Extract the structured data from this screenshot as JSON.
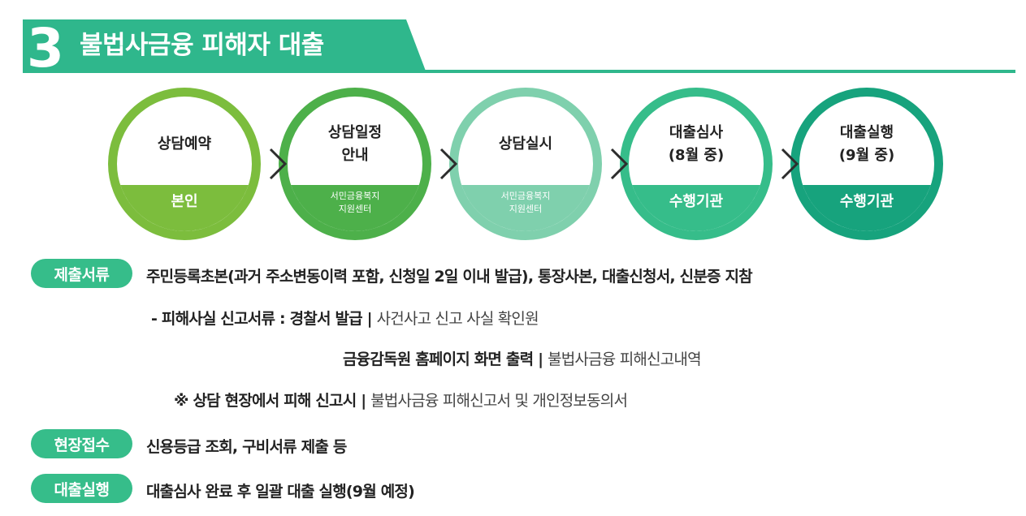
{
  "header": {
    "number": "3",
    "title": "불법사금융 피해자 대출"
  },
  "colors": {
    "banner": "#2fb78c",
    "line": "#2fb78c",
    "label_pill": "#36bd8a",
    "step1": "#7cbd3d",
    "step2": "#4db04a",
    "step3": "#7fd0ad",
    "step4": "#36bd8a",
    "step5": "#17a37d"
  },
  "steps": [
    {
      "title_lines": [
        "상담예약"
      ],
      "sub_lines": [
        "본인"
      ]
    },
    {
      "title_lines": [
        "상담일정",
        "안내"
      ],
      "sub_lines": [
        "서민금융복지",
        "지원센터"
      ]
    },
    {
      "title_lines": [
        "상담실시"
      ],
      "sub_lines": [
        "서민금융복지",
        "지원센터"
      ]
    },
    {
      "title_lines": [
        "대출심사",
        "(8월 중)"
      ],
      "sub_lines": [
        "수행기관"
      ]
    },
    {
      "title_lines": [
        "대출실행",
        "(9월 중)"
      ],
      "sub_lines": [
        "수행기관"
      ]
    }
  ],
  "documents": {
    "label": "제출서류",
    "main": "주민등록초본(과거 주소변동이력 포함, 신청일 2일 이내 발급), 통장사본, 대출신청서, 신분증 지참",
    "damage_prefix": "- 피해사실 신고서류 : ",
    "police_bold": "경찰서 발급 | ",
    "police_normal": "사건사고 신고 사실 확인원",
    "fss_bold": "금융감독원 홈페이지 화면 출력 | ",
    "fss_normal": "불법사금융 피해신고내역",
    "note_bold": "※ 상담 현장에서 피해 신고시 | ",
    "note_normal": "불법사금융 피해신고서 및 개인정보동의서"
  },
  "onsite": {
    "label": "현장접수",
    "text": "신용등급 조회, 구비서류 제출 등"
  },
  "execution": {
    "label": "대출실행",
    "text": "대출심사 완료 후 일괄 대출 실행(9월 예정)"
  }
}
